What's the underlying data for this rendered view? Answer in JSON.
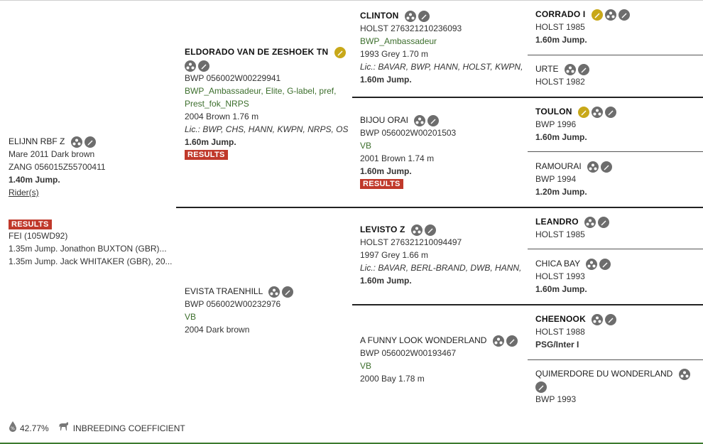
{
  "subject": {
    "name": "ELIJNN RBF Z",
    "line1": "Mare 2011 Dark brown",
    "line2": "ZANG 056015Z55700411",
    "line3": "1.40m Jump.",
    "riders_link": "Rider(s)",
    "results_label": "RESULTS",
    "fei": "FEI (105WD92)",
    "result1": "1.35m Jump. Jonathon BUXTON (GBR)...",
    "result2": "1.35m Jump. Jack WHITAKER (GBR), 20..."
  },
  "footer": {
    "percent": "42.77%",
    "inbreeding_label": "INBREEDING COEFFICIENT"
  },
  "sire": {
    "name": "ELDORADO VAN DE ZESHOEK TN",
    "reg": "BWP 056002W00229941",
    "studbook": "BWP_Ambassadeur, Elite, G-label, pref,",
    "studbook2": "Prest_fok_NRPS",
    "info": "2004 Brown 1.76 m",
    "lic": "Lic.: BWP, CHS, HANN, KWPN, NRPS, OS, ...",
    "level": "1.60m Jump.",
    "results_label": "RESULTS"
  },
  "dam": {
    "name": "EVISTA TRAENHILL",
    "reg": "BWP 056002W00232976",
    "studbook": "VB",
    "info": "2004 Dark brown"
  },
  "ss": {
    "name": "CLINTON",
    "reg": "HOLST 276321210236093",
    "studbook": "BWP_Ambassadeur",
    "info": "1993 Grey 1.70 m",
    "lic": "Lic.: BAVAR, BWP, HANN, HOLST, KWPN, ...",
    "level": "1.60m Jump."
  },
  "sd": {
    "name": "BIJOU ORAI",
    "reg": "BWP 056002W00201503",
    "studbook": "VB",
    "info": "2001 Brown 1.74 m",
    "level": "1.60m Jump.",
    "results_label": "RESULTS"
  },
  "ds": {
    "name": "LEVISTO Z",
    "reg": "HOLST 276321210094497",
    "info": "1997 Grey 1.66 m",
    "lic": "Lic.: BAVAR, BERL-BRAND, DWB, HANN, ...",
    "level": "1.60m Jump."
  },
  "dd": {
    "name": "A FUNNY LOOK WONDERLAND",
    "reg": "BWP 056002W00193467",
    "studbook": "VB",
    "info": "2000 Bay 1.78 m"
  },
  "sss": {
    "name": "CORRADO I",
    "info": "HOLST 1985",
    "level": "1.60m Jump."
  },
  "ssd": {
    "name": "URTE",
    "info": "HOLST 1982"
  },
  "sds": {
    "name": "TOULON",
    "info": "BWP 1996",
    "level": "1.60m Jump."
  },
  "sdd": {
    "name": "RAMOURAI",
    "info": "BWP 1994",
    "level": "1.20m Jump."
  },
  "dss": {
    "name": "LEANDRO",
    "info": "HOLST 1985"
  },
  "dsd": {
    "name": "CHICA BAY",
    "info": "HOLST 1993",
    "level": "1.60m Jump."
  },
  "dds": {
    "name": "CHEENOOK",
    "info": "HOLST 1988",
    "level": "PSG/Inter I"
  },
  "ddd": {
    "name": "QUIMERDORE DU WONDERLAND",
    "info": "BWP 1993"
  },
  "colors": {
    "gold_icon": "#c8a819",
    "grey_icon": "#6d6d6d",
    "results_bg": "#c0392b",
    "studbook_green": "#3c6e2c",
    "footer_green": "#3c7a2e"
  },
  "icon_names": [
    "family-icon",
    "pencil-icon",
    "gold-pencil-icon"
  ]
}
